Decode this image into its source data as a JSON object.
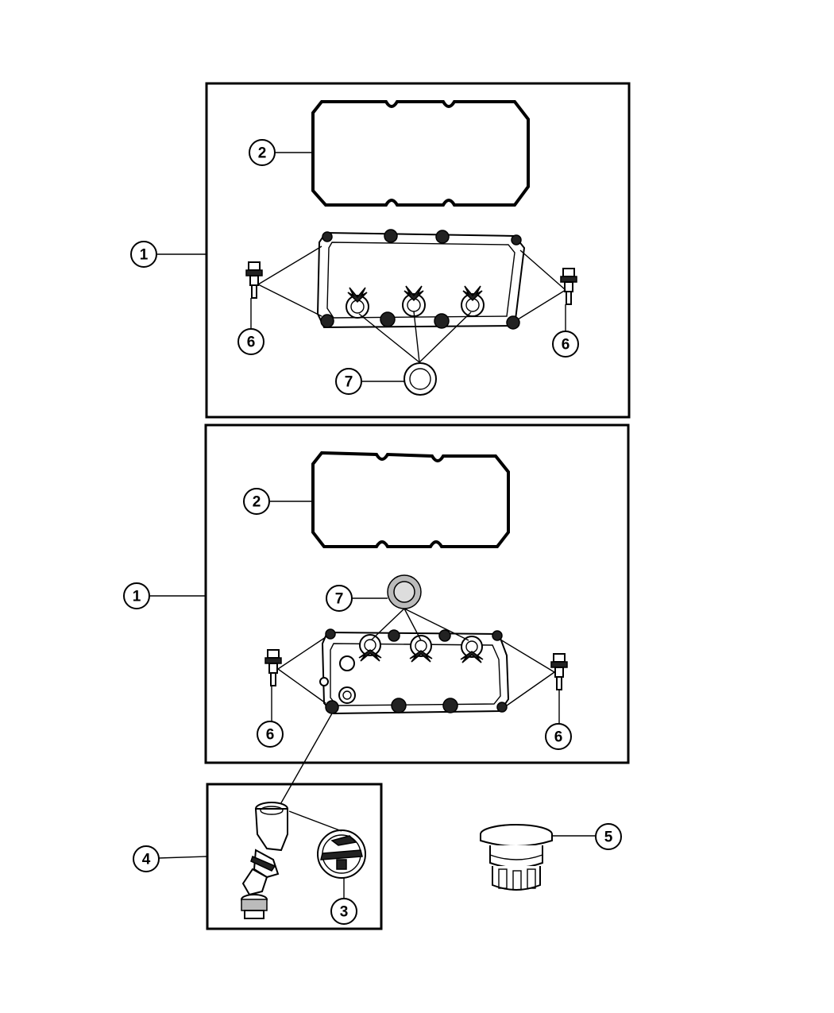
{
  "callouts": {
    "c1_top": "1",
    "c2_top": "2",
    "c6_top_left": "6",
    "c6_top_right": "6",
    "c7_top": "7",
    "c1_mid": "1",
    "c2_mid": "2",
    "c7_mid": "7",
    "c6_mid_left": "6",
    "c6_mid_right": "6",
    "c4": "4",
    "c3": "3",
    "c5": "5"
  }
}
